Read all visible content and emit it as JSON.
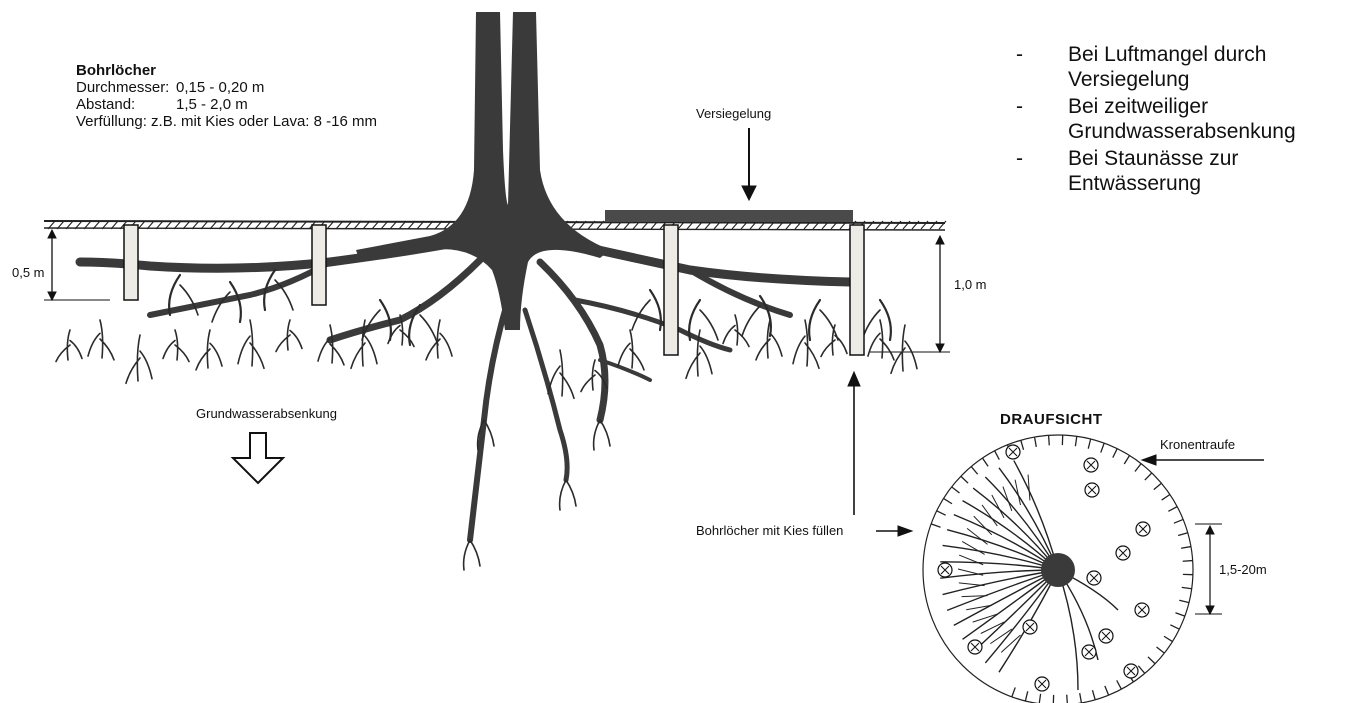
{
  "specs": {
    "heading": "Bohrlöcher",
    "rows": [
      {
        "key": "Durchmesser:",
        "value": "0,15 - 0,20 m"
      },
      {
        "key": "Abstand:",
        "value": "1,5 - 2,0 m"
      }
    ],
    "fill": "Verfüllung: z.B. mit Kies oder Lava: 8 -16 mm"
  },
  "bullets": [
    {
      "dash": "-",
      "lines": [
        "Bei Luftmangel durch",
        "Versiegelung"
      ]
    },
    {
      "dash": "-",
      "lines": [
        "Bei zeitweiliger",
        "Grundwasserabsenkung"
      ]
    },
    {
      "dash": "-",
      "lines": [
        "Bei Staunässe zur",
        "Entwässerung"
      ]
    }
  ],
  "labels": {
    "versiegelung": "Versiegelung",
    "depth_left": "0,5 m",
    "depth_right": "1,0 m",
    "grundwasser": "Grundwasserabsenkung",
    "bohrloecher_fill": "Bohrlöcher mit Kies füllen",
    "draufsicht": "DRAUFSICHT",
    "kronentraufe": "Kronentraufe",
    "spacing": "1,5-20m"
  },
  "colors": {
    "root": "#3a3a3a",
    "ink": "#111111",
    "gravel": "#e9e6df"
  }
}
